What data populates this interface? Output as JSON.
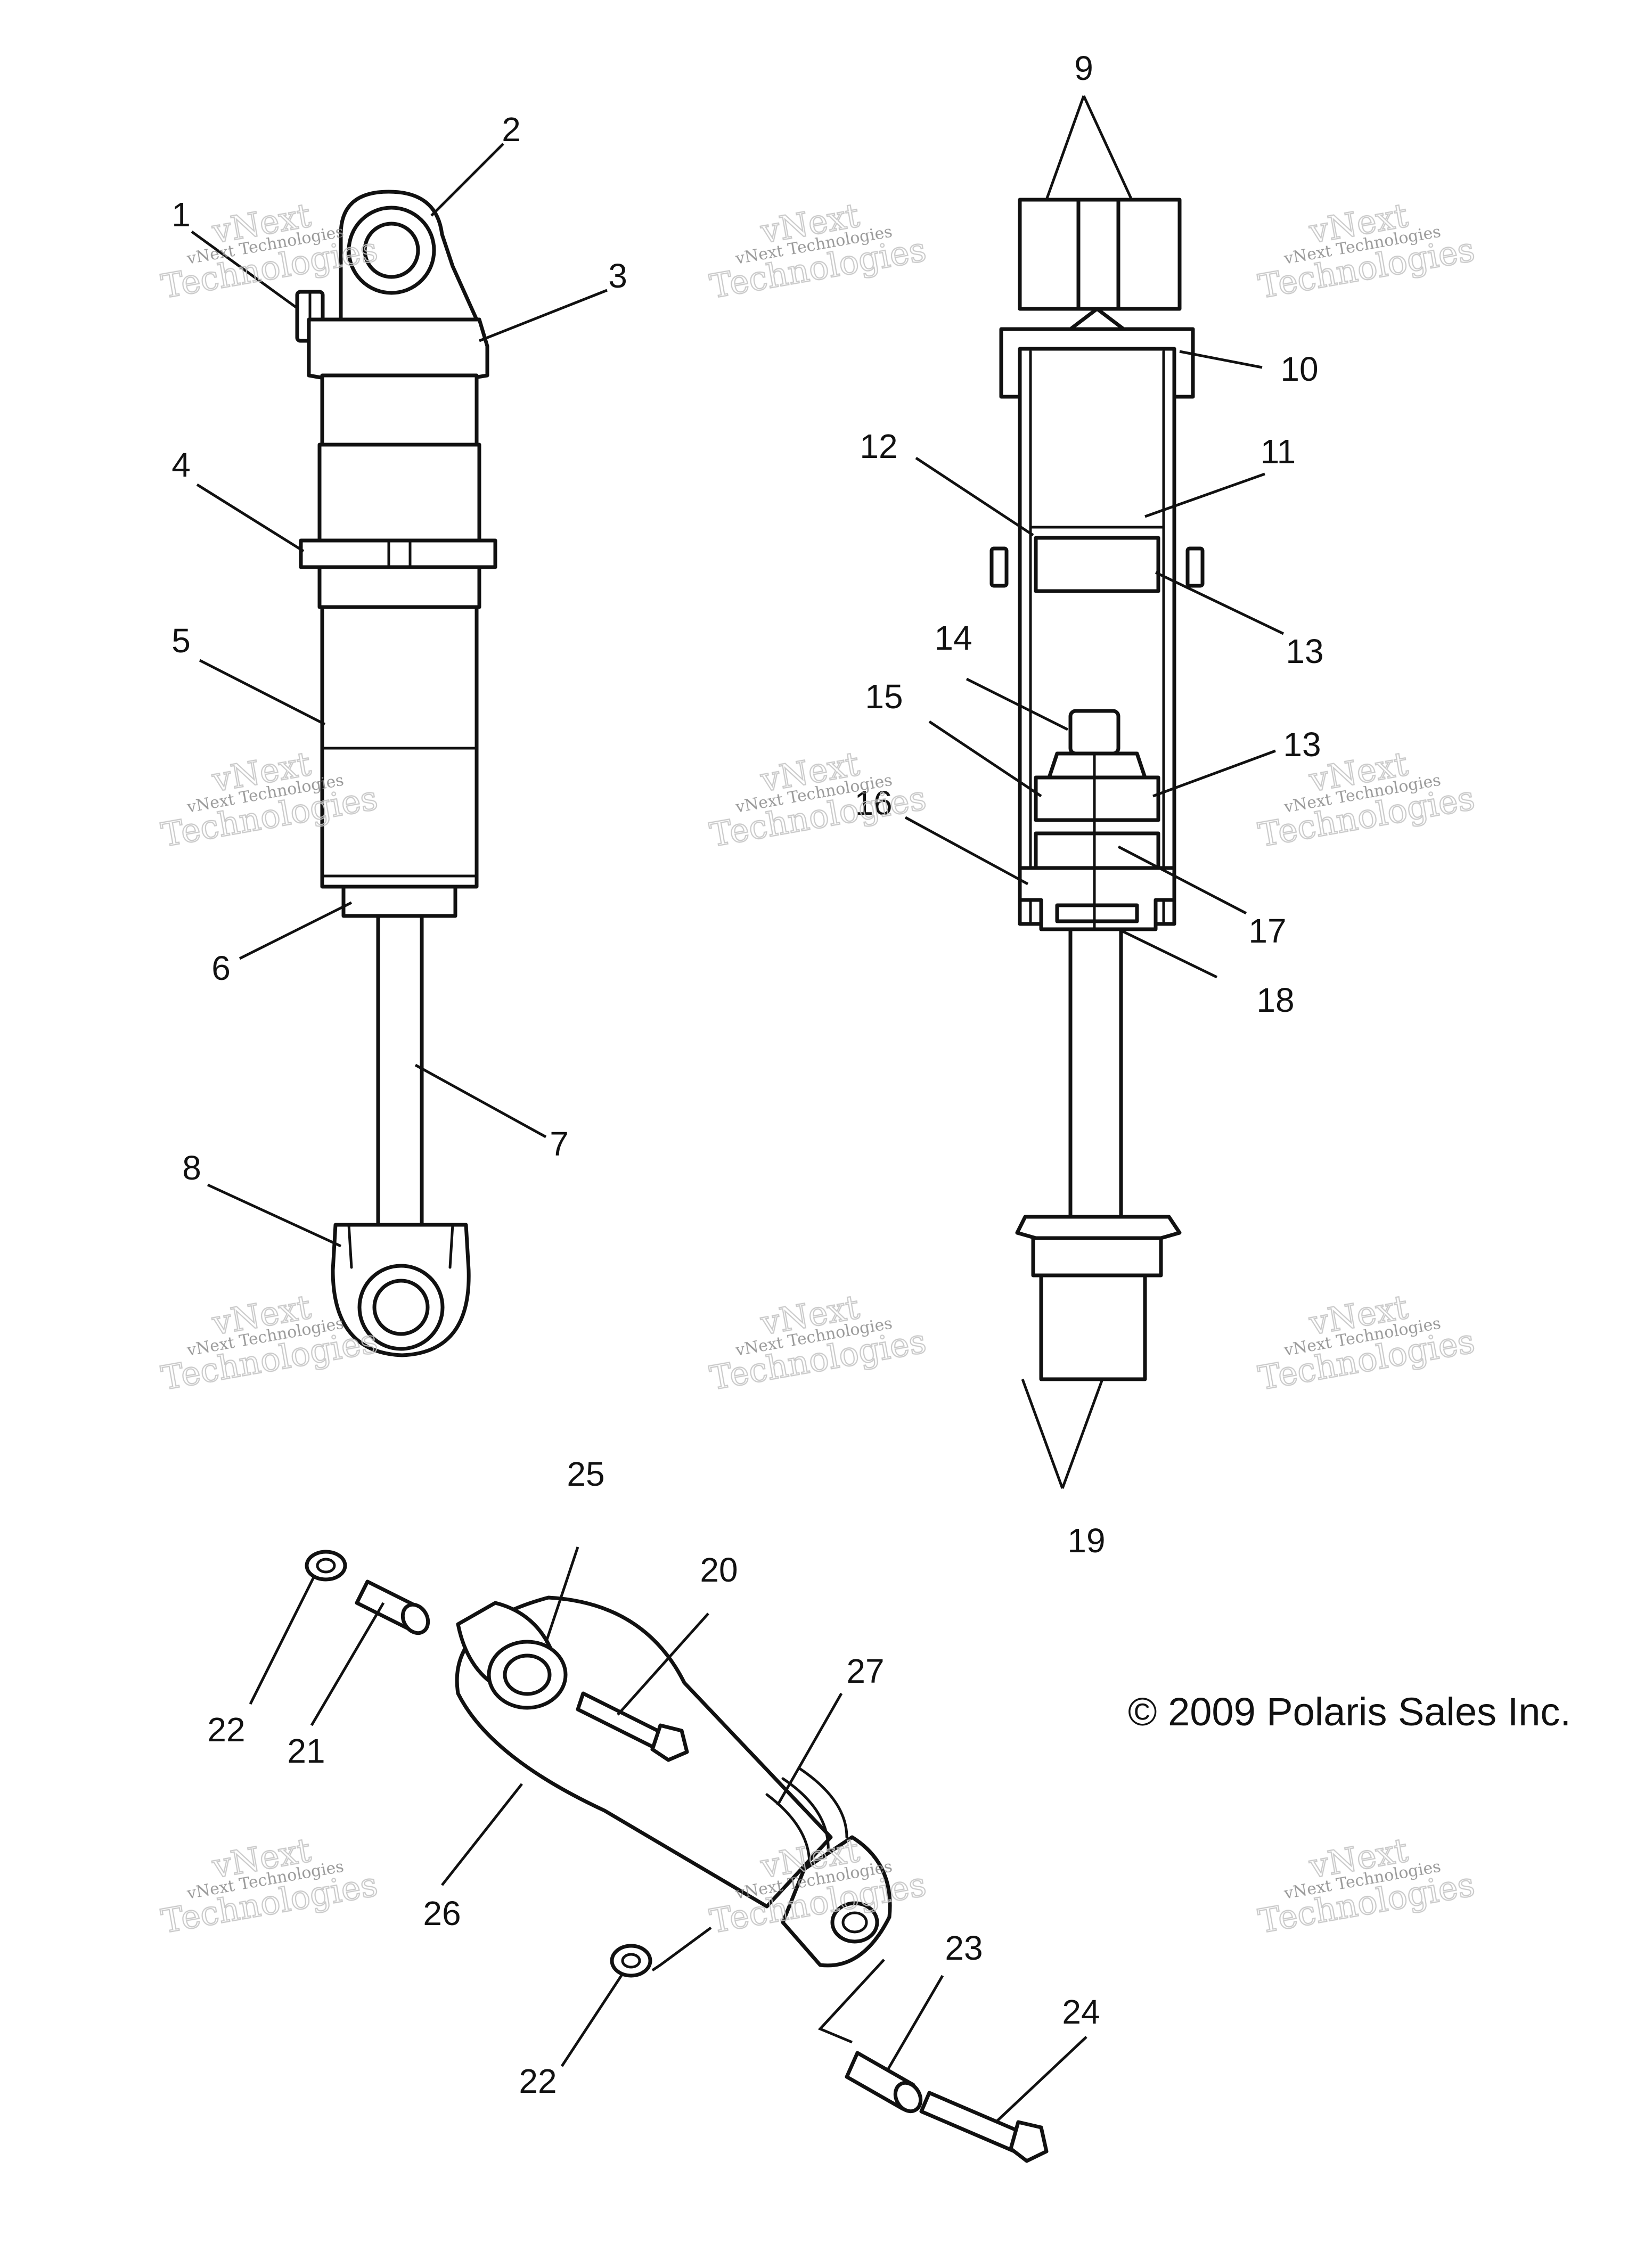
{
  "copyright": "© 2009 Polaris Sales Inc.",
  "watermark": {
    "line1": "vNext",
    "line2": "vNext Technologies",
    "line3": "Technologies"
  },
  "callouts": [
    {
      "id": "c1",
      "label": "1"
    },
    {
      "id": "c2",
      "label": "2"
    },
    {
      "id": "c3",
      "label": "3"
    },
    {
      "id": "c4",
      "label": "4"
    },
    {
      "id": "c5",
      "label": "5"
    },
    {
      "id": "c6",
      "label": "6"
    },
    {
      "id": "c7",
      "label": "7"
    },
    {
      "id": "c8",
      "label": "8"
    },
    {
      "id": "c9",
      "label": "9"
    },
    {
      "id": "c10",
      "label": "10"
    },
    {
      "id": "c11",
      "label": "11"
    },
    {
      "id": "c12",
      "label": "12"
    },
    {
      "id": "c13a",
      "label": "13"
    },
    {
      "id": "c13b",
      "label": "13"
    },
    {
      "id": "c14",
      "label": "14"
    },
    {
      "id": "c15",
      "label": "15"
    },
    {
      "id": "c16",
      "label": "16"
    },
    {
      "id": "c17",
      "label": "17"
    },
    {
      "id": "c18",
      "label": "18"
    },
    {
      "id": "c19",
      "label": "19"
    },
    {
      "id": "c20",
      "label": "20"
    },
    {
      "id": "c21",
      "label": "21"
    },
    {
      "id": "c22a",
      "label": "22"
    },
    {
      "id": "c22b",
      "label": "22"
    },
    {
      "id": "c23",
      "label": "23"
    },
    {
      "id": "c24",
      "label": "24"
    },
    {
      "id": "c25",
      "label": "25"
    },
    {
      "id": "c26",
      "label": "26"
    },
    {
      "id": "c27",
      "label": "27"
    }
  ]
}
